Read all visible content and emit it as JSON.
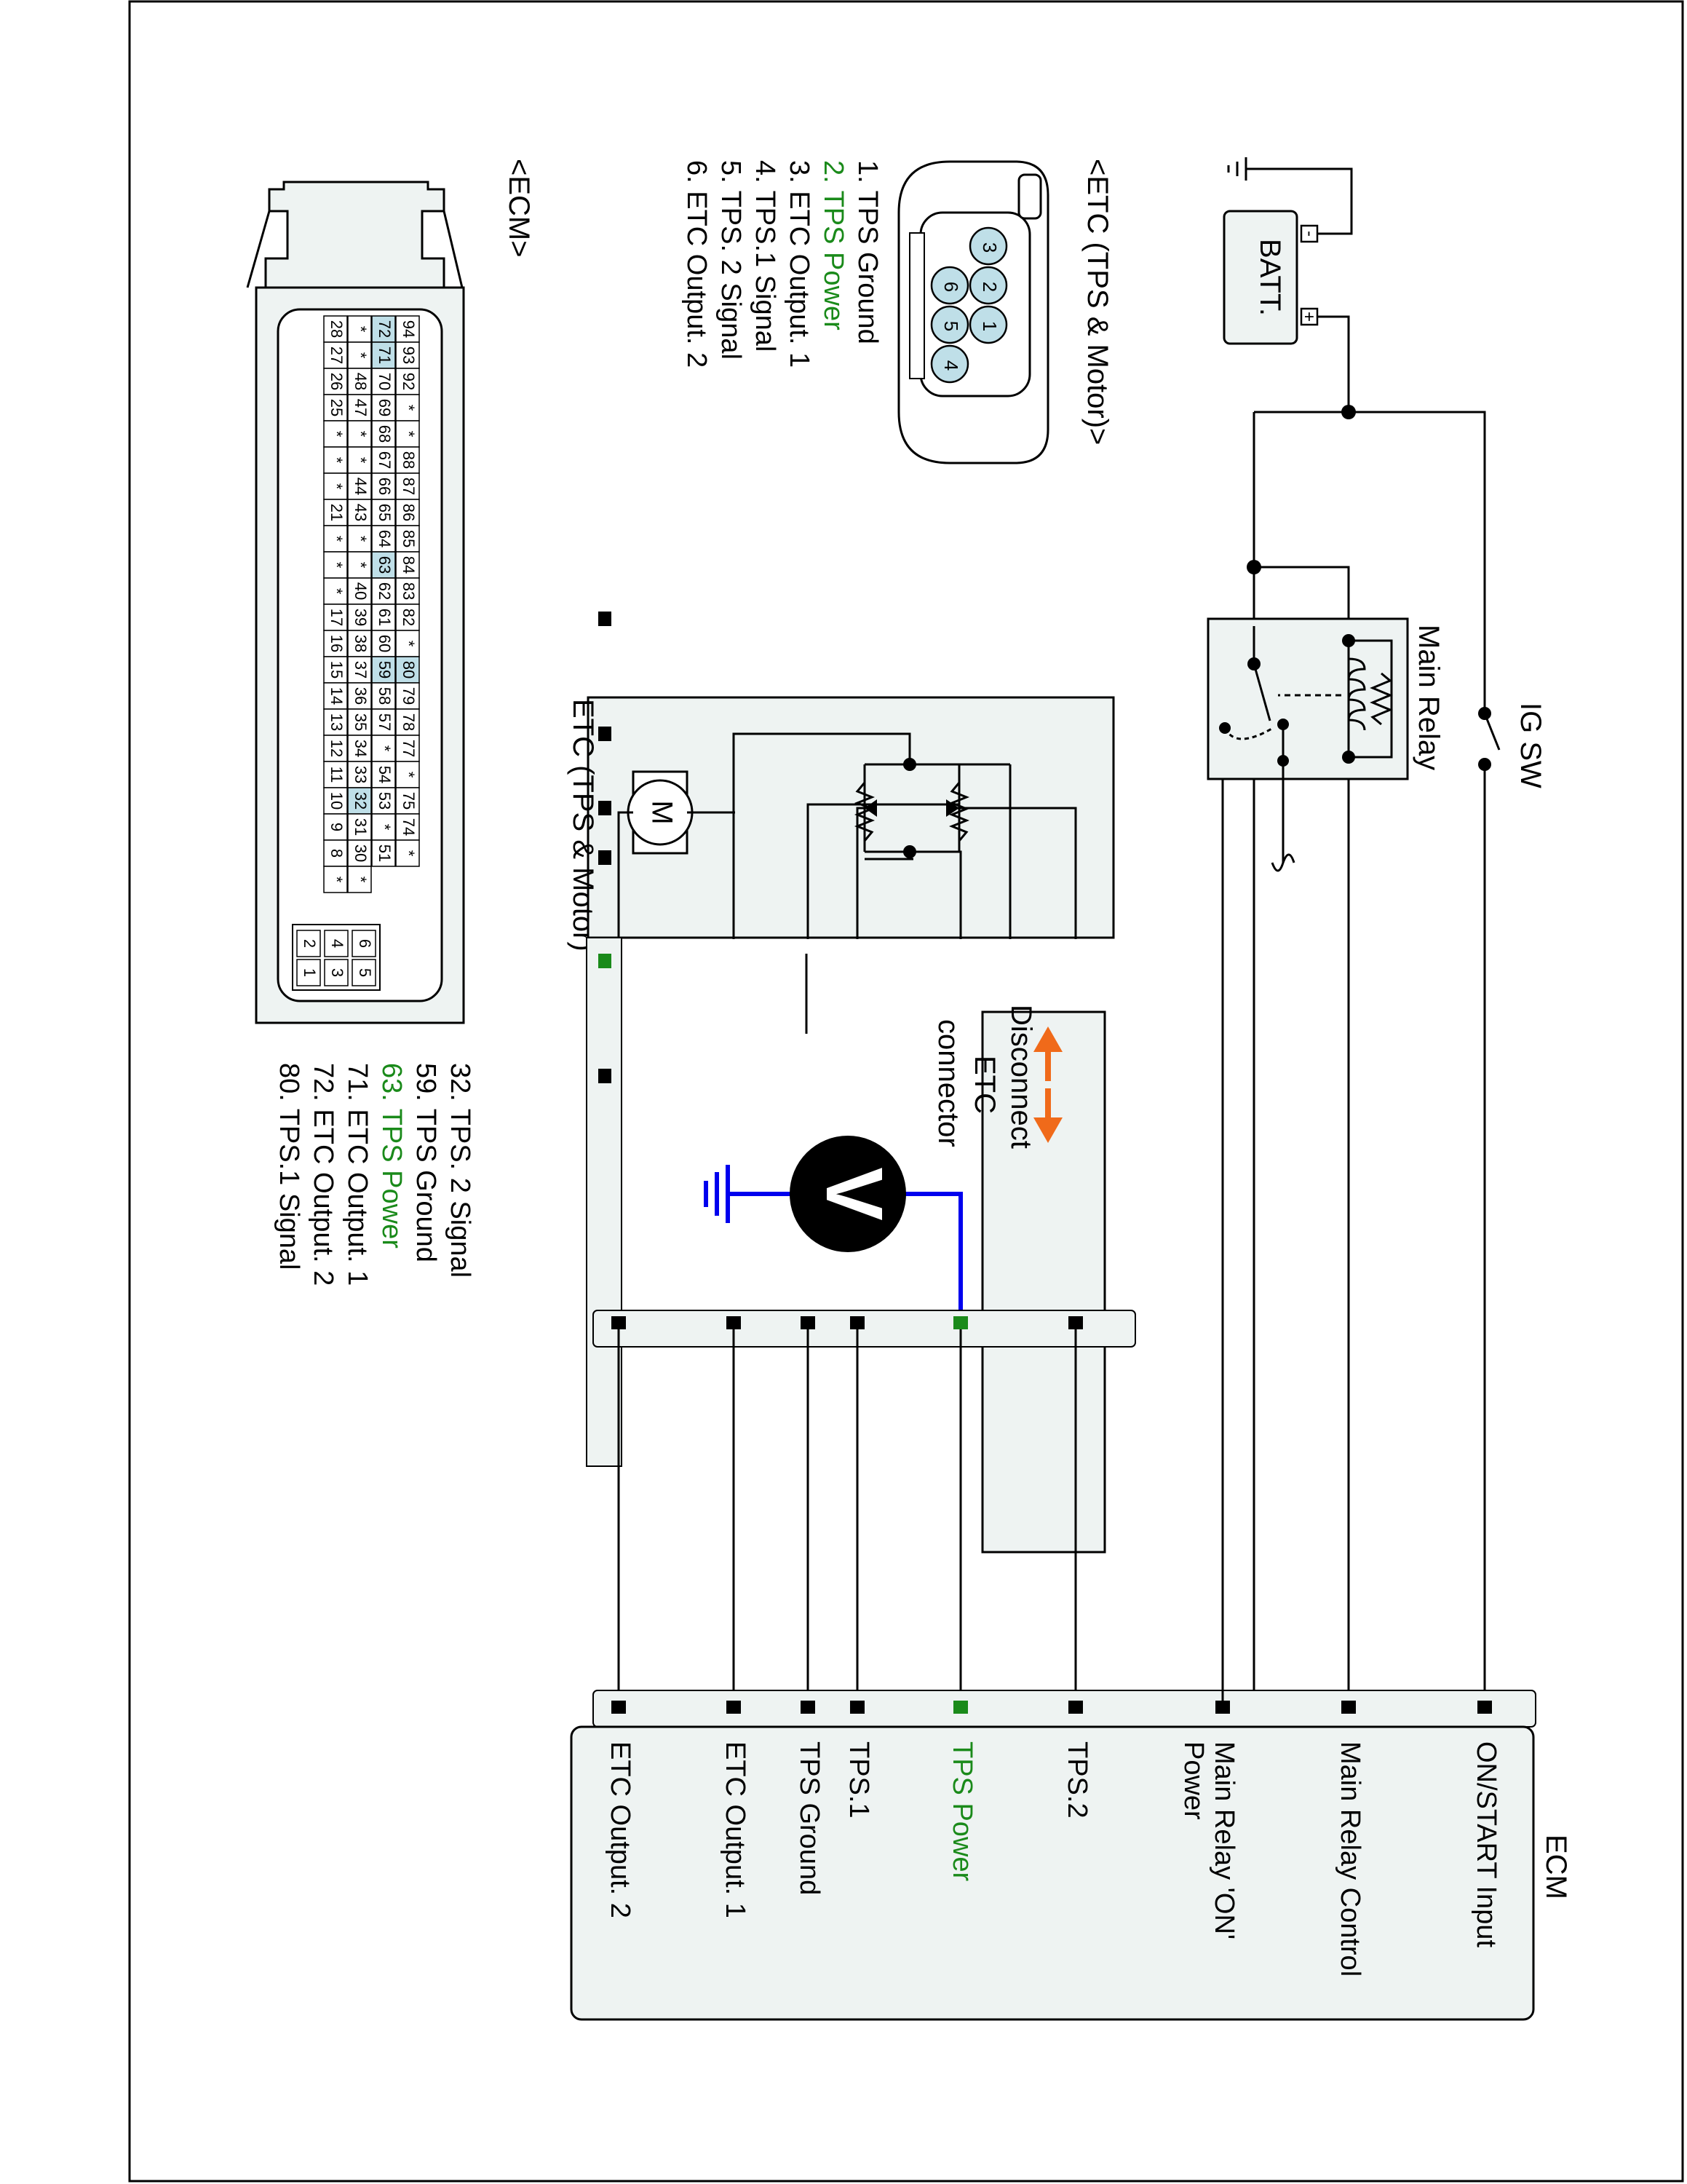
{
  "colors": {
    "line": "#000000",
    "highlight": "#1a8a1a",
    "probe": "#0000ee",
    "arrow": "#f06a1a",
    "box_fill": "#eef3f2",
    "pin_fill": "#bfdfe8"
  },
  "battery": {
    "label": "BATT.",
    "minus": "-",
    "plus": "+"
  },
  "ig_sw_label": "IG SW",
  "main_relay_label": "Main Relay",
  "etc_connector": {
    "title": "<ETC (TPS & Motor)>",
    "pins": [
      "3",
      "2",
      "1",
      "6",
      "5",
      "4"
    ],
    "legend": [
      {
        "text": "1. TPS Ground",
        "highlight": false
      },
      {
        "text": "2. TPS Power",
        "highlight": true
      },
      {
        "text": "3. ETC Output. 1",
        "highlight": false
      },
      {
        "text": "4. TPS.1 Signal",
        "highlight": false
      },
      {
        "text": "5. TPS. 2 Signal",
        "highlight": false
      },
      {
        "text": "6. ETC Output. 2",
        "highlight": false
      }
    ]
  },
  "etc_component_label": "ETC (TPS & Motor)",
  "motor_label": "M",
  "disconnect_note": [
    "Disconnect",
    "ETC",
    "connector"
  ],
  "voltmeter_label": "V",
  "ecm_connector": {
    "title": "<ECM>",
    "rows": [
      [
        "94",
        "93",
        "92",
        "*",
        "*",
        "88",
        "87",
        "86",
        "85",
        "84",
        "83",
        "82",
        "*",
        "80",
        "79",
        "78",
        "77",
        "*",
        "75",
        "74",
        "*"
      ],
      [
        "72",
        "71",
        "70",
        "69",
        "68",
        "67",
        "66",
        "65",
        "64",
        "63",
        "62",
        "61",
        "60",
        "59",
        "58",
        "57",
        "*",
        "54",
        "53",
        "*",
        "51"
      ],
      [
        "*",
        "*",
        "48",
        "47",
        "*",
        "*",
        "44",
        "43",
        "*",
        "*",
        "40",
        "39",
        "38",
        "37",
        "36",
        "35",
        "34",
        "33",
        "32",
        "31",
        "30",
        "*"
      ],
      [
        "28",
        "27",
        "26",
        "25",
        "*",
        "*",
        "*",
        "21",
        "*",
        "*",
        "*",
        "17",
        "16",
        "15",
        "14",
        "13",
        "12",
        "11",
        "10",
        "9",
        "8",
        "*"
      ]
    ],
    "small_pins": [
      [
        "6",
        "5"
      ],
      [
        "4",
        "3"
      ],
      [
        "2",
        "1"
      ]
    ],
    "legend": [
      {
        "text": "32. TPS. 2 Signal",
        "highlight": false
      },
      {
        "text": "59. TPS Ground",
        "highlight": false
      },
      {
        "text": "63. TPS Power",
        "highlight": true
      },
      {
        "text": "71. ETC Output. 1",
        "highlight": false
      },
      {
        "text": "72. ETC Output. 2",
        "highlight": false
      },
      {
        "text": "80. TPS.1 Signal",
        "highlight": false
      }
    ]
  },
  "ecm": {
    "title": "ECM",
    "terminals": [
      {
        "label": [
          "ON/START Input"
        ],
        "highlight": false
      },
      {
        "label": [
          "Main Relay Control"
        ],
        "highlight": false
      },
      {
        "label": [
          "Main Relay 'ON'",
          "Power"
        ],
        "highlight": false
      },
      {
        "label": [
          "TPS.2"
        ],
        "highlight": false
      },
      {
        "label": [
          "TPS Power"
        ],
        "highlight": true
      },
      {
        "label": [
          "TPS.1"
        ],
        "highlight": false
      },
      {
        "label": [
          "TPS Ground"
        ],
        "highlight": false
      },
      {
        "label": [
          "ETC Output. 1"
        ],
        "highlight": false
      },
      {
        "label": [
          "ETC Output. 2"
        ],
        "highlight": false
      }
    ]
  }
}
